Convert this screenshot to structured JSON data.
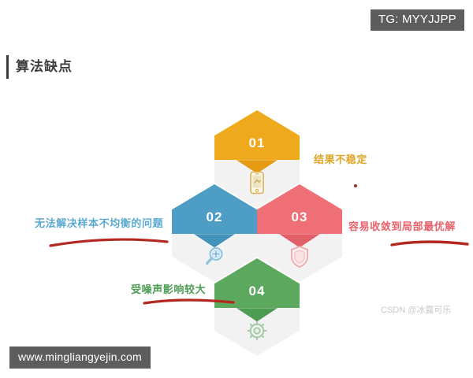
{
  "badge": {
    "label": "TG: MYYJJPP",
    "bg": "#5d5d5d",
    "fg": "#ffffff"
  },
  "title": {
    "text": "算法缺点",
    "accent": "#3b3b3b"
  },
  "diagram": {
    "type": "hexagon-cluster",
    "nodes": [
      {
        "id": "01",
        "number": "01",
        "color": "#EFA91C",
        "icon": "mobile-phone-icon",
        "annotation": "结果不稳定",
        "annotation_color": "#E0A526"
      },
      {
        "id": "02",
        "number": "02",
        "color": "#4D9DC4",
        "icon": "magnifier-plus-icon",
        "annotation": "无法解决样本不均衡的问题",
        "annotation_color": "#5AA9D0"
      },
      {
        "id": "03",
        "number": "03",
        "color": "#EE6F75",
        "icon": "shield-icon",
        "annotation": "容易收敛到局部最优解",
        "annotation_color": "#E8616B"
      },
      {
        "id": "04",
        "number": "04",
        "color": "#5BA85E",
        "icon": "gear-icon",
        "annotation": "受噪声影响较大",
        "annotation_color": "#4E9C55"
      }
    ]
  },
  "markup": {
    "underline_color": "#B32820",
    "dot_color": "#9e2b26"
  },
  "watermark": {
    "text": "CSDN @冰露可乐"
  },
  "footer": {
    "url": "www.mingliangyejin.com"
  }
}
